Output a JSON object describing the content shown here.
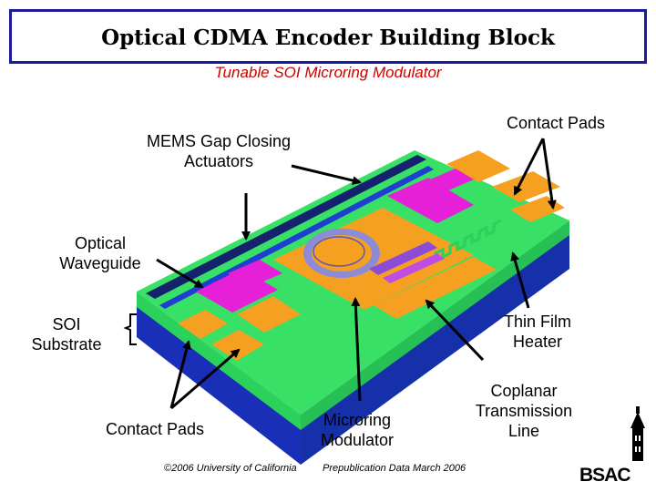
{
  "slide": {
    "title": "Optical CDMA Encoder Building Block",
    "subtitle": "Tunable SOI Microring Modulator"
  },
  "labels": {
    "contact_pads_top": "Contact Pads",
    "mems_line1": "MEMS Gap Closing",
    "mems_line2": "Actuators",
    "waveguide_line1": "Optical",
    "waveguide_line2": "Waveguide",
    "soi_line1": "SOI",
    "soi_line2": "Substrate",
    "heater_line1": "Thin Film",
    "heater_line2": "Heater",
    "coplanar_line1": "Coplanar",
    "coplanar_line2": "Transmission",
    "coplanar_line3": "Line",
    "microring_line1": "Microring",
    "microring_line2": "Modulator",
    "contact_pads_bottom": "Contact Pads"
  },
  "footer": {
    "copyright": "©2006 University of California",
    "prepublication": "Prepublication Data March 2006"
  },
  "logo": {
    "text": "BSAC",
    "icon": "tower-icon"
  },
  "colors": {
    "title_border": "#1a1a9a",
    "subtitle": "#cc0000",
    "substrate_blue": "#1d2fbf",
    "layer_green": "#22cc55",
    "pad_orange": "#f5a020",
    "actuator_magenta": "#e61fd8",
    "waveguide_navy": "#15236e",
    "ring_lavender": "#8c8cd6"
  }
}
